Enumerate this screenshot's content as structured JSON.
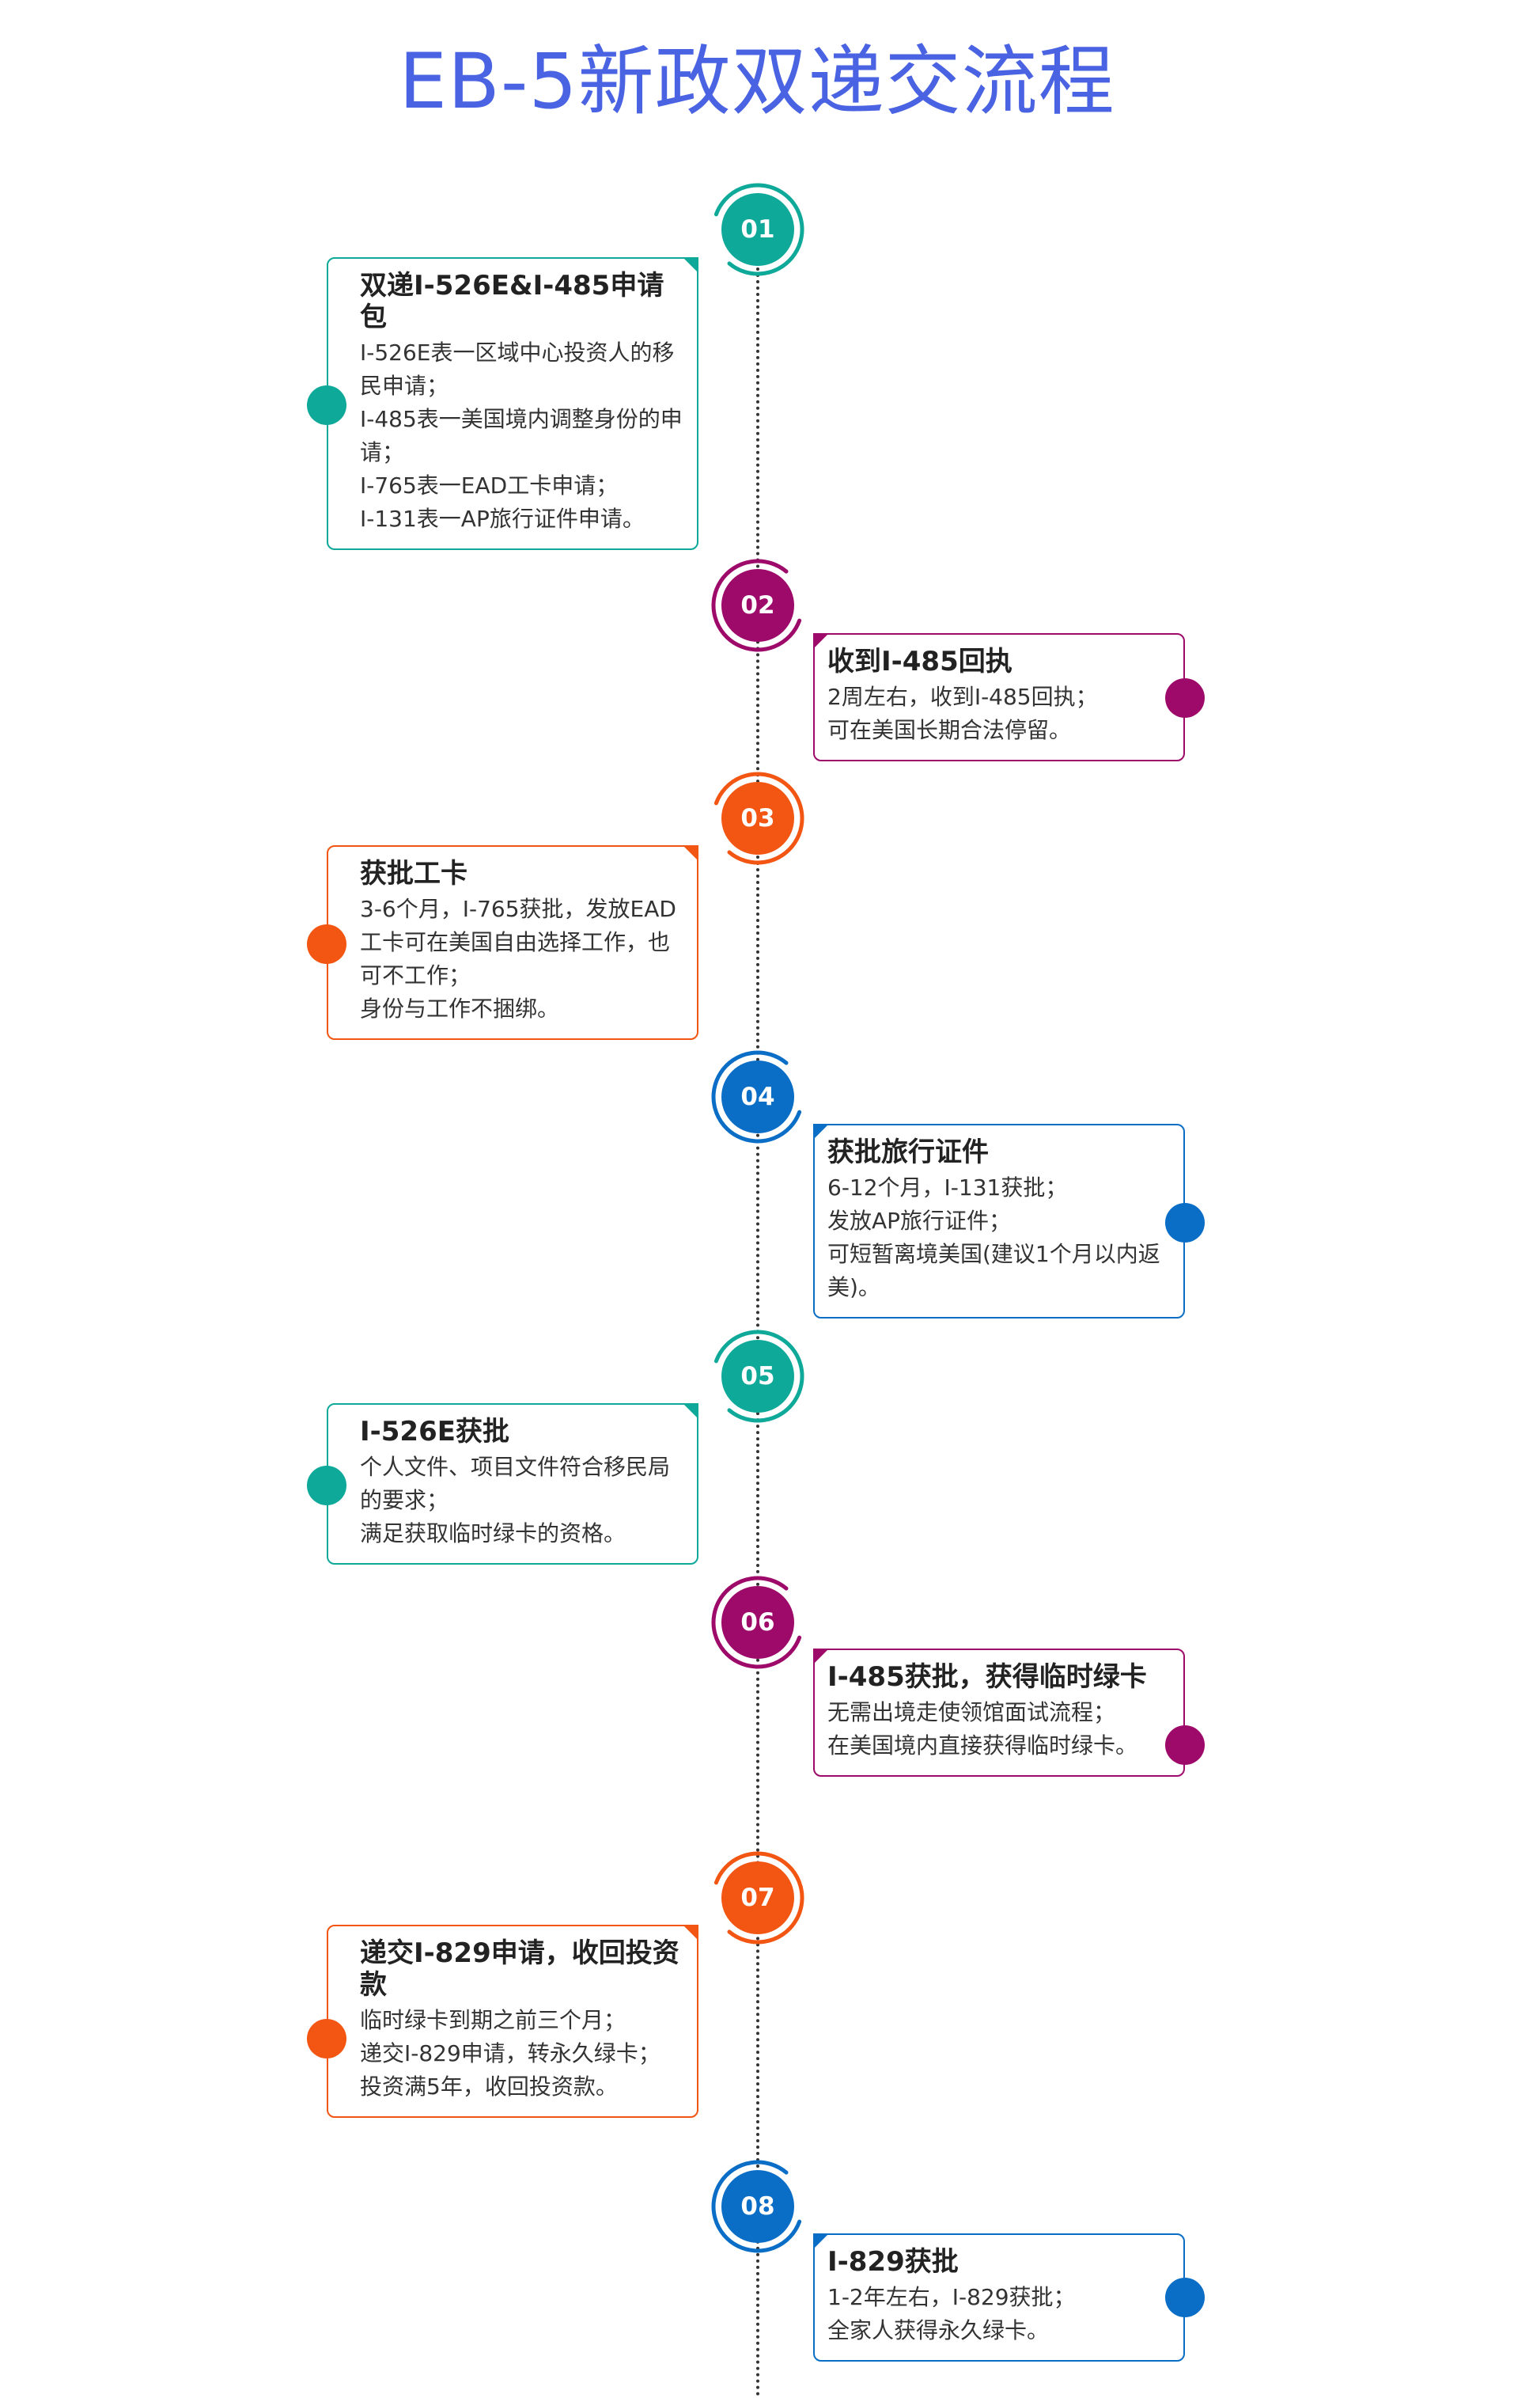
{
  "page": {
    "title": "EB-5新政双递交流程"
  },
  "colors": {
    "teal": "#0fa99a",
    "magenta": "#9e0a6a",
    "orange": "#f35512",
    "blue": "#0b6ec6"
  },
  "steps": [
    {
      "number": "01",
      "color": "#0fa99a",
      "side": "left",
      "title": "双递I-526E&I-485申请包",
      "lines": [
        "I-526E表一区域中心投资人的移民申请；",
        "I-485表一美国境内调整身份的申请；",
        "I-765表一EAD工卡申请；",
        "I-131表一AP旅行证件申请。"
      ]
    },
    {
      "number": "02",
      "color": "#9e0a6a",
      "side": "right",
      "title": "收到I-485回执",
      "lines": [
        "2周左右，收到I-485回执；",
        "可在美国长期合法停留。"
      ]
    },
    {
      "number": "03",
      "color": "#f35512",
      "side": "left",
      "title": "获批工卡",
      "lines": [
        "3-6个月，I-765获批，发放EAD工卡可在美国自由选择工作，也可不工作；",
        "身份与工作不捆绑。"
      ]
    },
    {
      "number": "04",
      "color": "#0b6ec6",
      "side": "right",
      "title": "获批旅行证件",
      "lines": [
        "6-12个月，I-131获批；",
        "发放AP旅行证件；",
        "可短暂离境美国(建议1个月以内返美)。"
      ]
    },
    {
      "number": "05",
      "color": "#0fa99a",
      "side": "left",
      "title": "I-526E获批",
      "lines": [
        "个人文件、项目文件符合移民局的要求；",
        "满足获取临时绿卡的资格。"
      ]
    },
    {
      "number": "06",
      "color": "#9e0a6a",
      "side": "right",
      "title": "I-485获批，获得临时绿卡",
      "lines": [
        "无需出境走使领馆面试流程；",
        "在美国境内直接获得临时绿卡。"
      ]
    },
    {
      "number": "07",
      "color": "#f35512",
      "side": "left",
      "title": "递交I-829申请，收回投资款",
      "lines": [
        "临时绿卡到期之前三个月；",
        "递交I-829申请，转永久绿卡；",
        "投资满5年，收回投资款。"
      ]
    },
    {
      "number": "08",
      "color": "#0b6ec6",
      "side": "right",
      "title": "I-829获批",
      "lines": [
        "1-2年左右，I-829获批；",
        "全家人获得永久绿卡。"
      ]
    }
  ]
}
